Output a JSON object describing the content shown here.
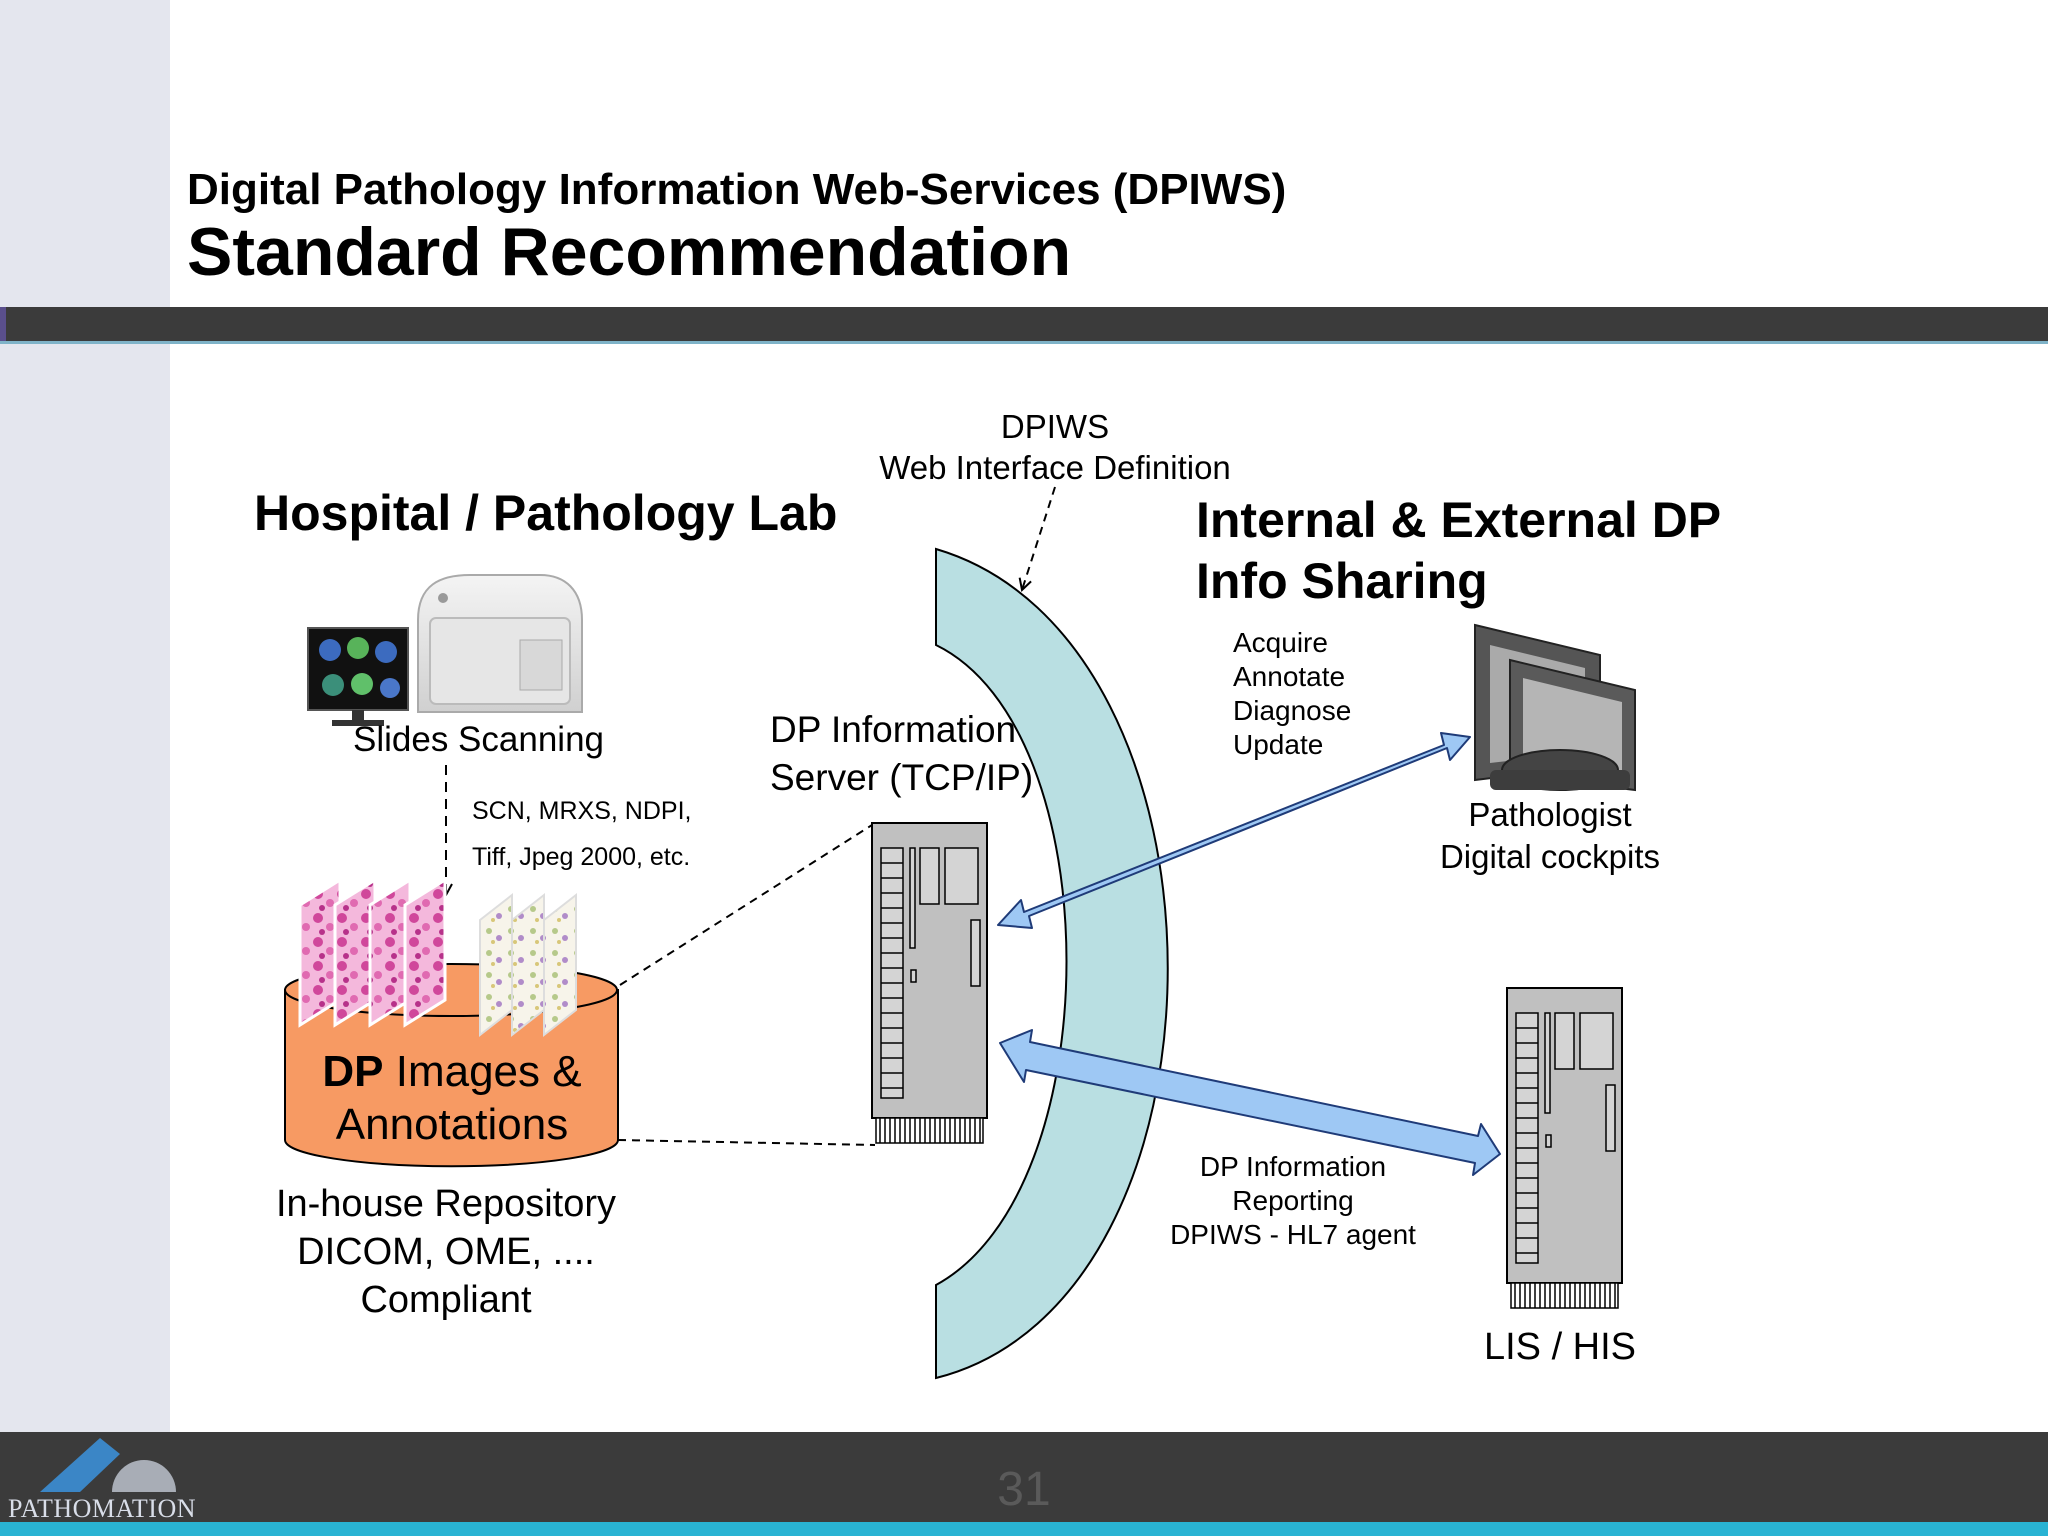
{
  "slide": {
    "title_line1": "Digital Pathology Information Web-Services (DPIWS)",
    "title_line2": "Standard Recommendation",
    "page_number": "31",
    "logo_text": "PATHOMATION"
  },
  "diagram": {
    "interface_label": [
      "DPIWS",
      "Web Interface Definition"
    ],
    "hospital_heading": "Hospital / Pathology Lab",
    "sharing_heading": [
      "Internal & External DP",
      "Info Sharing"
    ],
    "scanner_label": "Slides Scanning",
    "formats": [
      "SCN,  MRXS, NDPI,",
      "Tiff, Jpeg 2000, etc."
    ],
    "repo_title_bold": "DP",
    "repo_title_rest": " Images &",
    "repo_title_line2": "Annotations",
    "repo_caption": [
      "In-house Repository",
      "DICOM, OME, ....",
      "Compliant"
    ],
    "server_label": [
      "DP Information",
      "Server  (TCP/IP)"
    ],
    "actions": [
      "Acquire",
      "Annotate",
      "Diagnose",
      "Update"
    ],
    "cockpit_label": [
      "Pathologist",
      "Digital cockpits"
    ],
    "reporting_label": [
      "DP Information",
      "Reporting",
      "DPIWS - HL7 agent"
    ],
    "lis_label": "LIS / HIS"
  },
  "colors": {
    "band": "#3b3b3b",
    "footer_accent": "#29b3d3",
    "interface_arc": "#b9dfe2",
    "repository": "#f79a63",
    "arrow_fill": "#9ec8f4",
    "arrow_stroke": "#1f3b78",
    "server": "#c0c0c0"
  }
}
